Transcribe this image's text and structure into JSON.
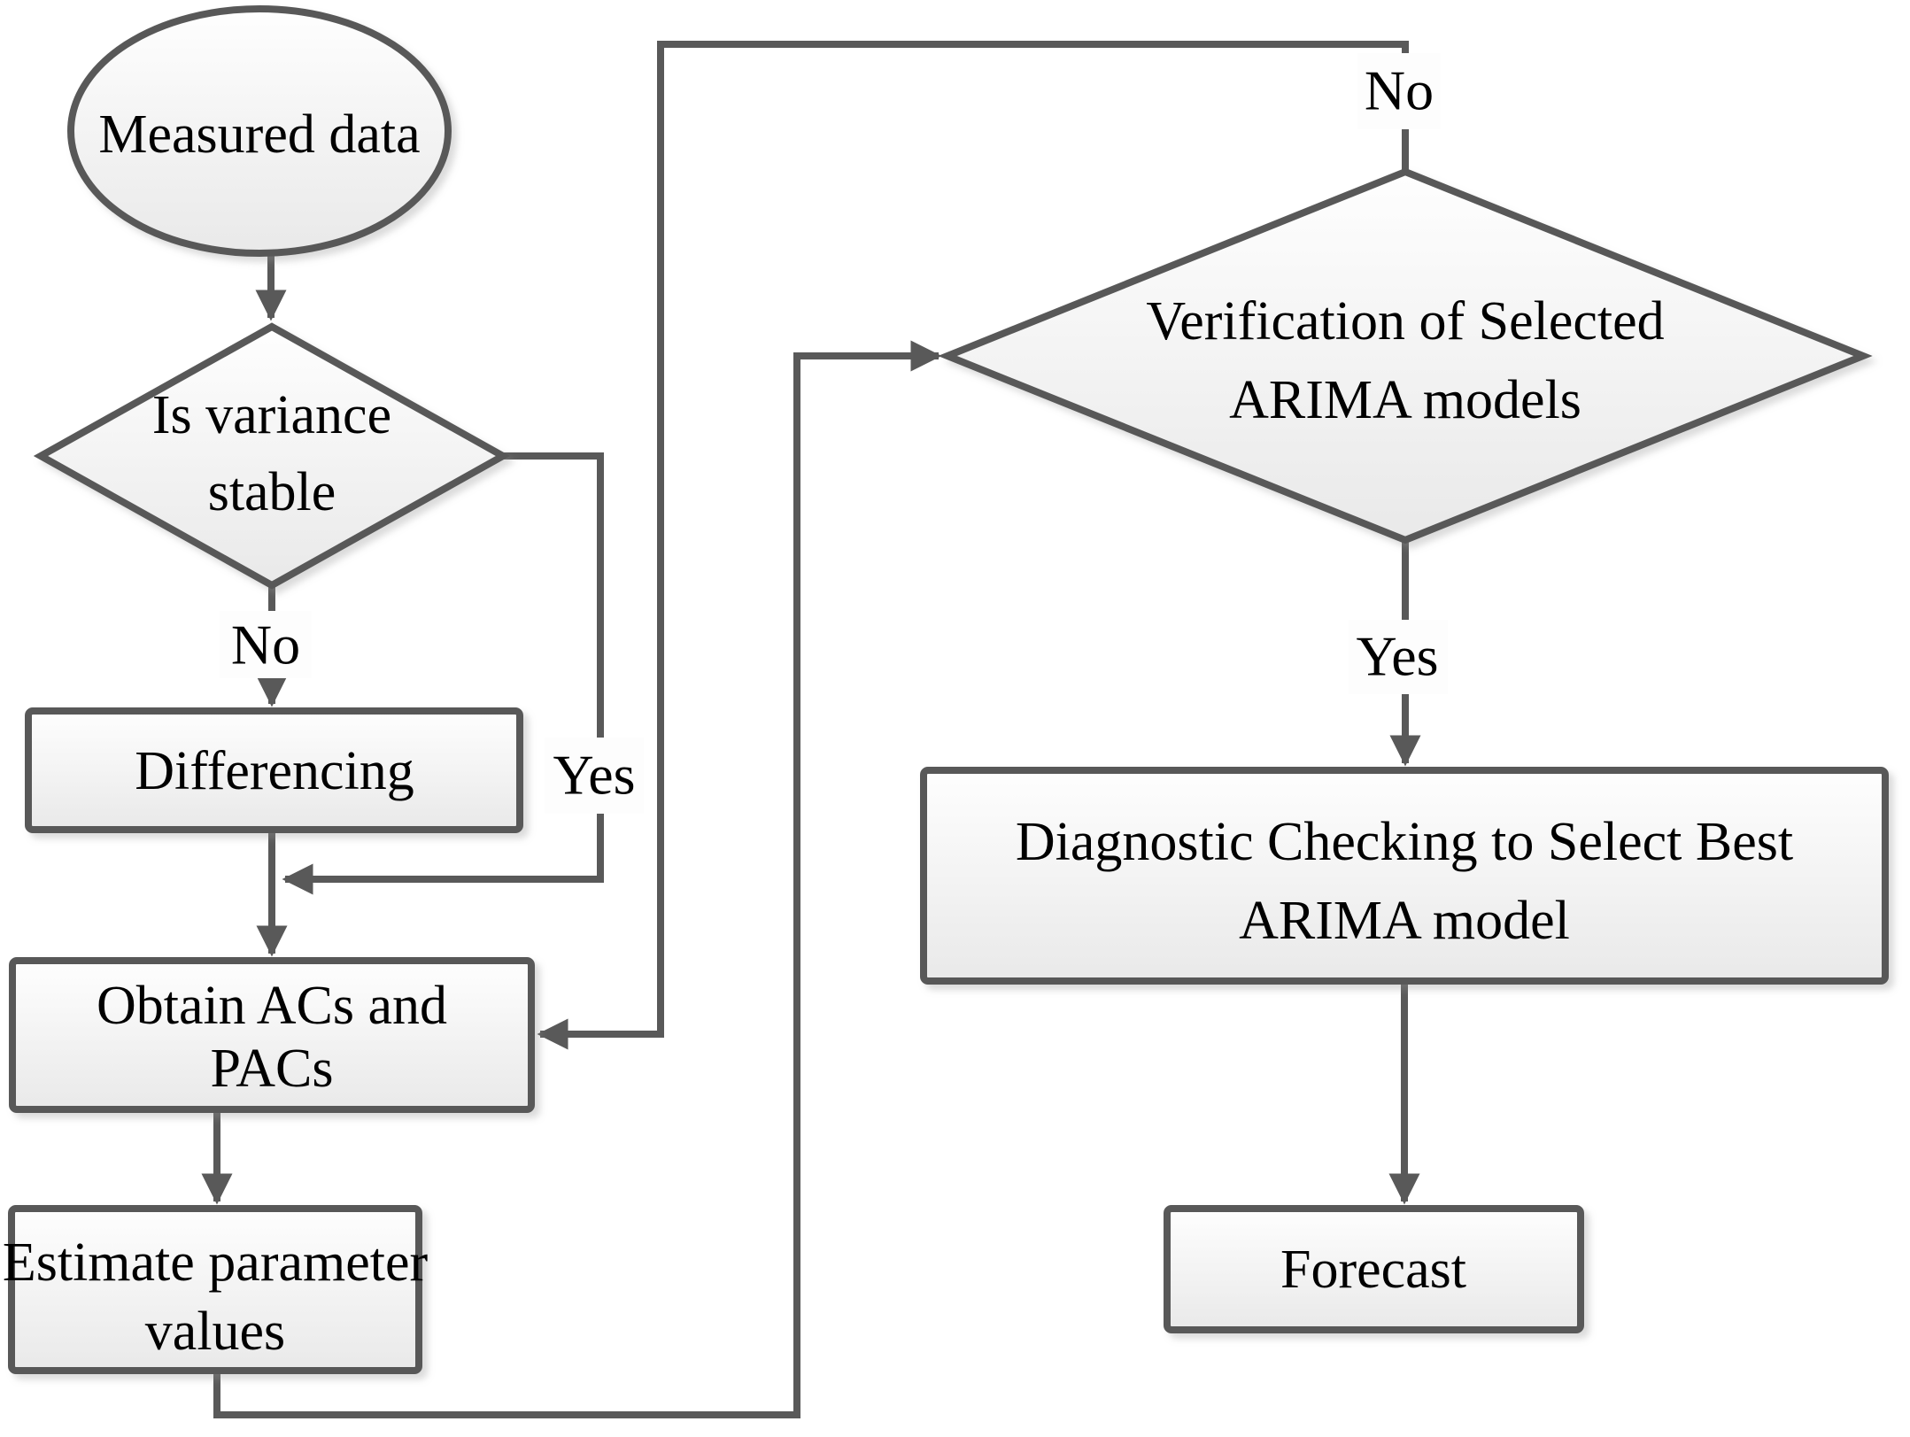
{
  "theme": {
    "page_bg": "#ffffff",
    "stroke_color": "#595959",
    "patch_color": "#fdfdfd",
    "text_color": "#000000",
    "fill_top": "#fefefe",
    "fill_bottom": "#e9e9e9"
  },
  "nodes": {
    "measured_data": {
      "type": "terminator-ellipse",
      "label": "Measured data"
    },
    "variance_decision": {
      "type": "decision-diamond",
      "line1": "Is variance",
      "line2": "stable"
    },
    "differencing": {
      "type": "process-rect",
      "label": "Differencing"
    },
    "obtain_acs": {
      "type": "process-rect",
      "line1": "Obtain ACs and",
      "line2": "PACs"
    },
    "estimate_params": {
      "type": "process-rect",
      "line1": "Estimate parameter",
      "line2": "values"
    },
    "verification_decision": {
      "type": "decision-diamond",
      "line1": "Verification of Selected",
      "line2": "ARIMA models"
    },
    "diagnostic_checking": {
      "type": "process-rect",
      "line1": "Diagnostic Checking to Select Best",
      "line2": "ARIMA model"
    },
    "forecast": {
      "type": "process-rect",
      "label": "Forecast"
    }
  },
  "edge_labels": {
    "variance_no": "No",
    "variance_yes": "Yes",
    "verification_no": "No",
    "verification_yes": "Yes"
  }
}
